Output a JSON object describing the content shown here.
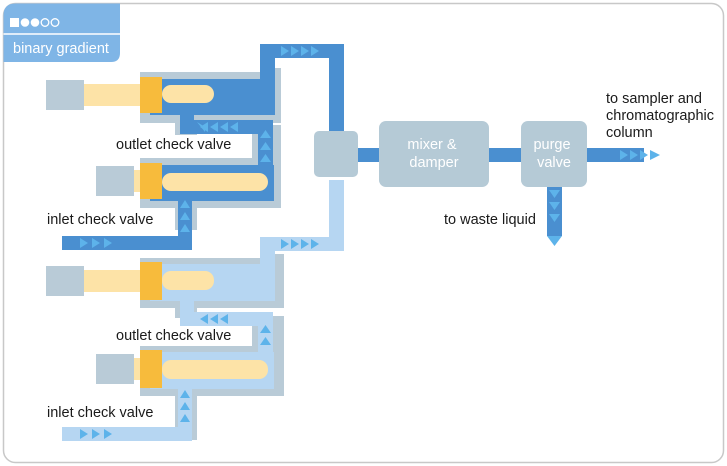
{
  "header": {
    "tag_label": "binary gradient",
    "step_dots": {
      "total": 4,
      "active": 2
    }
  },
  "labels": {
    "outlet_check_valve_top": "outlet check valve",
    "inlet_check_valve_top": "inlet check valve",
    "outlet_check_valve_bottom": "outlet check valve",
    "inlet_check_valve_bottom": "inlet check valve",
    "mixer": [
      "mixer &",
      "damper"
    ],
    "purge": [
      "purge",
      "valve"
    ],
    "to_waste": "to waste liquid",
    "to_sampler": [
      "to sampler and",
      "chromatographic",
      "column"
    ]
  },
  "colors": {
    "tag_blue": "#7fb5e6",
    "frame_gray": "#c8c8c8",
    "housing_gray": "#b9cbd7",
    "dark_blue": "#4a8fd0",
    "light_blue": "#b6d6f2",
    "arrow_blue": "#5db3ea",
    "piston_cream": "#fde3a7",
    "piston_gold": "#f7bb3c",
    "box_gray": "#b5cad6"
  }
}
